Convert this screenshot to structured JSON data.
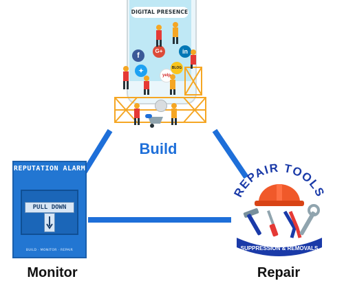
{
  "build": {
    "screen_title": "DIGITAL PRESENCE",
    "label": "Build",
    "social_badges": [
      "f",
      "G+",
      "in",
      "yelp",
      "BLOG"
    ]
  },
  "monitor": {
    "alarm_title": "REPUTATION ALARM",
    "handle_text": "PULL DOWN",
    "alarm_subtitle": "BUILD · MONITOR · REPAIR",
    "label": "Monitor"
  },
  "repair": {
    "logo_title": "REPAIR TOOLS",
    "logo_subtitle": "SUPPRESSION & REMOVALS",
    "label": "Repair"
  },
  "colors": {
    "accent_blue": "#1e6fd9",
    "alarm_blue": "#2276d2",
    "hardhat_orange": "#f0592a",
    "scaffold_orange": "#f5a623"
  }
}
